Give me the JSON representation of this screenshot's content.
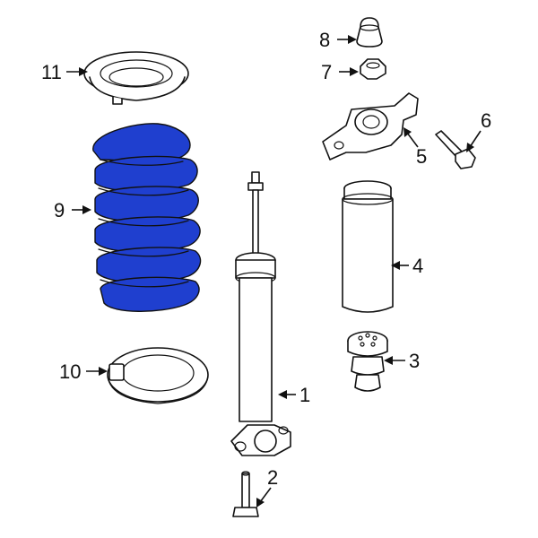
{
  "diagram": {
    "highlight_color": "#1f3fcf",
    "line_color": "#111111",
    "callouts": [
      {
        "id": "1",
        "label": "1",
        "part": "shock-absorber"
      },
      {
        "id": "2",
        "label": "2",
        "part": "lower-mounting-bolt"
      },
      {
        "id": "3",
        "label": "3",
        "part": "bump-stop"
      },
      {
        "id": "4",
        "label": "4",
        "part": "dust-boot"
      },
      {
        "id": "5",
        "label": "5",
        "part": "upper-mount-bracket"
      },
      {
        "id": "6",
        "label": "6",
        "part": "mount-bolt"
      },
      {
        "id": "7",
        "label": "7",
        "part": "nut"
      },
      {
        "id": "8",
        "label": "8",
        "part": "upper-bushing"
      },
      {
        "id": "9",
        "label": "9",
        "part": "coil-spring"
      },
      {
        "id": "10",
        "label": "10",
        "part": "lower-spring-seat"
      },
      {
        "id": "11",
        "label": "11",
        "part": "upper-spring-seat"
      }
    ]
  }
}
